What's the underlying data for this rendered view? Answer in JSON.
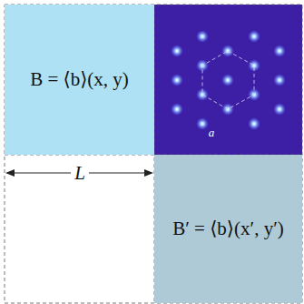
{
  "diagram": {
    "nodes": [
      {
        "text": [
          "B = ⟨b⟩(x, y)"
        ]
      },
      {
        "text": [
          "B′ = ⟨b⟩(x′, y′)"
        ]
      }
    ],
    "labels": [
      "a",
      "L"
    ]
  }
}
